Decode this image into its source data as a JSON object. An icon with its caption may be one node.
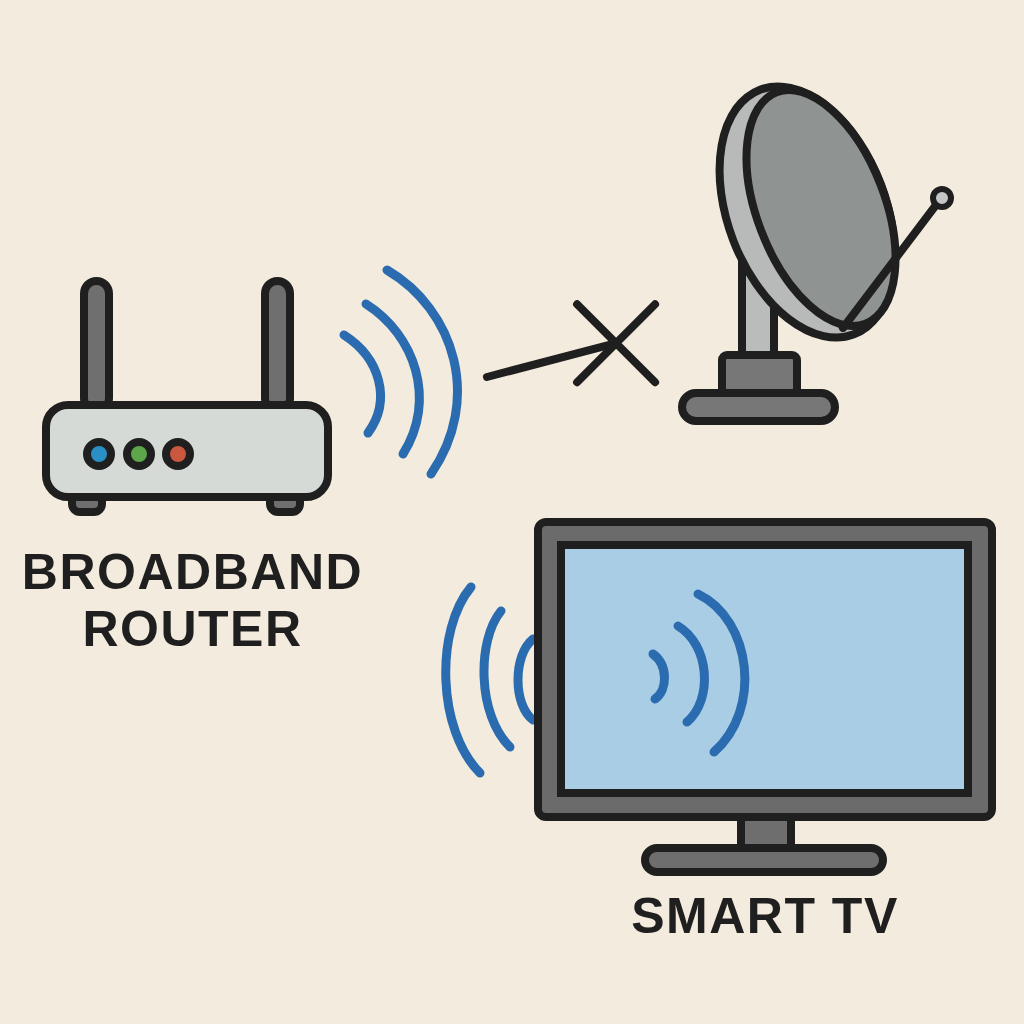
{
  "diagram": {
    "nodes": [
      {
        "text": [
          "BROADBAND ROUTER"
        ]
      },
      {
        "text": [],
        "shape": "picture"
      },
      {
        "text": [
          "SMART TV"
        ]
      }
    ],
    "edges": [
      {
        "from": 0,
        "to": 1,
        "arrow": "other"
      }
    ]
  }
}
